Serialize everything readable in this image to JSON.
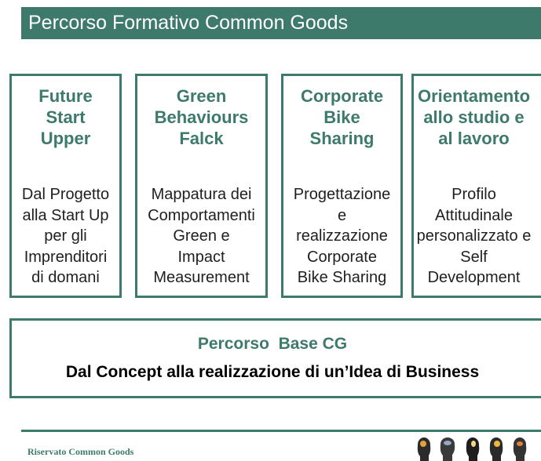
{
  "header": {
    "title": "Percorso Formativo Common Goods",
    "accent_color": "#3e7a6b"
  },
  "cards": [
    {
      "title": "Future\nStart\nUpper",
      "description": "Dal Progetto\nalla Start Up\nper gli\nImprenditori\ndi domani"
    },
    {
      "title": "Green\nBehaviours\nFalck",
      "description": "Mappatura dei\nComportamenti\nGreen e\nImpact\nMeasurement"
    },
    {
      "title": "Corporate\nBike\nSharing",
      "description": "Progettazione\ne\nrealizzazione\nCorporate\nBike Sharing"
    },
    {
      "title": "Orientamento\nallo studio e\nal lavoro",
      "description": "Profilo\nAttitudinale\npersonalizzato e\nSelf\nDevelopment"
    }
  ],
  "base": {
    "title": "Percorso  Base CG",
    "subtitle": "Dal Concept alla realizzazione di un’Idea di Business"
  },
  "footer": {
    "text": "Riservato Common Goods",
    "logo_icon": "head-silhouettes-icon"
  }
}
